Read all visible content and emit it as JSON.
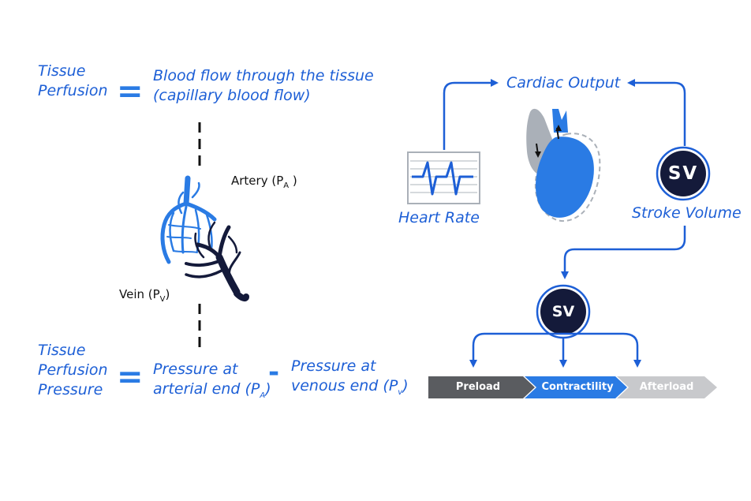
{
  "left": {
    "tissue_perfusion_line1": "Tissue",
    "tissue_perfusion_line2": "Perfusion",
    "equals": "=",
    "blood_flow_line1": "Blood flow through the tissue",
    "blood_flow_line2": "(capillary blood flow)",
    "artery_label": "Artery (P",
    "artery_sub": "A",
    "artery_close": " )",
    "vein_label": "Vein (P",
    "vein_sub": "V",
    "vein_close": ")",
    "tpp_line1": "Tissue",
    "tpp_line2": "Perfusion",
    "tpp_line3": "Pressure",
    "pressure_arterial_line1": "Pressure at",
    "pressure_arterial_line2": "arterial end (P",
    "pressure_arterial_sub": "A",
    "pressure_arterial_close": ")",
    "minus": "-",
    "pressure_venous_line1": "Pressure at",
    "pressure_venous_line2": "venous end (P",
    "pressure_venous_sub": "v",
    "pressure_venous_close": ")"
  },
  "right": {
    "cardiac_output": "Cardiac Output",
    "heart_rate": "Heart Rate",
    "stroke_volume": "Stroke Volume",
    "sv_top": "SV",
    "sv_bottom": "SV",
    "chevrons": [
      {
        "label": "Preload",
        "color": "#5a5c60"
      },
      {
        "label": "Contractility",
        "color": "#2a7be4"
      },
      {
        "label": "Afterload",
        "color": "#c8c9cc"
      }
    ]
  },
  "colors": {
    "accent_blue": "#1d5fd6",
    "navy": "#141a3a",
    "light_blue": "#2a7be4"
  },
  "icons": [
    "heart-rate-monitor-icon",
    "heart-icon",
    "capillary-bed-icon"
  ]
}
